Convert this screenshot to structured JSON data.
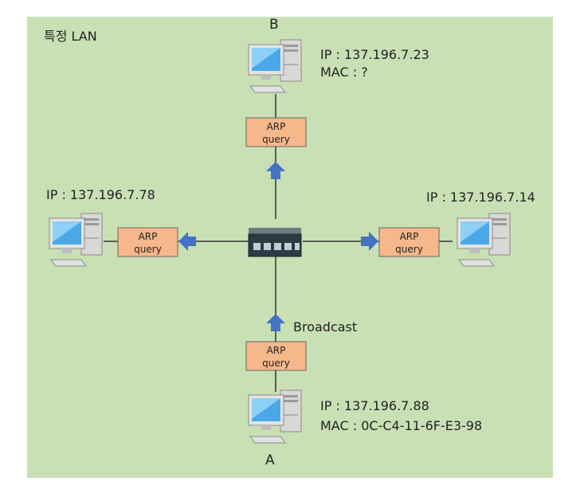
{
  "lan_label": "특정 LAN",
  "colors": {
    "background": "#c9e0b5",
    "arp_box_fill": "#f6b78a",
    "arp_box_stroke": "#666666",
    "arrow": "#4472c4",
    "line": "#333333"
  },
  "nodes": {
    "B": {
      "name": "B",
      "ip": "IP : 137.196.7.23",
      "mac": "MAC : ?"
    },
    "A": {
      "name": "A",
      "ip": "IP : 137.196.7.88",
      "mac": "MAC : 0C-C4-11-6F-E3-98"
    },
    "left": {
      "ip": "IP : 137.196.7.78"
    },
    "right": {
      "ip": "IP : 137.196.7.14"
    }
  },
  "arp": {
    "line1": "ARP",
    "line2": "query"
  },
  "broadcast_label": "Broadcast",
  "icons": [
    "computer-icon",
    "switch-icon",
    "arrow-icon"
  ]
}
